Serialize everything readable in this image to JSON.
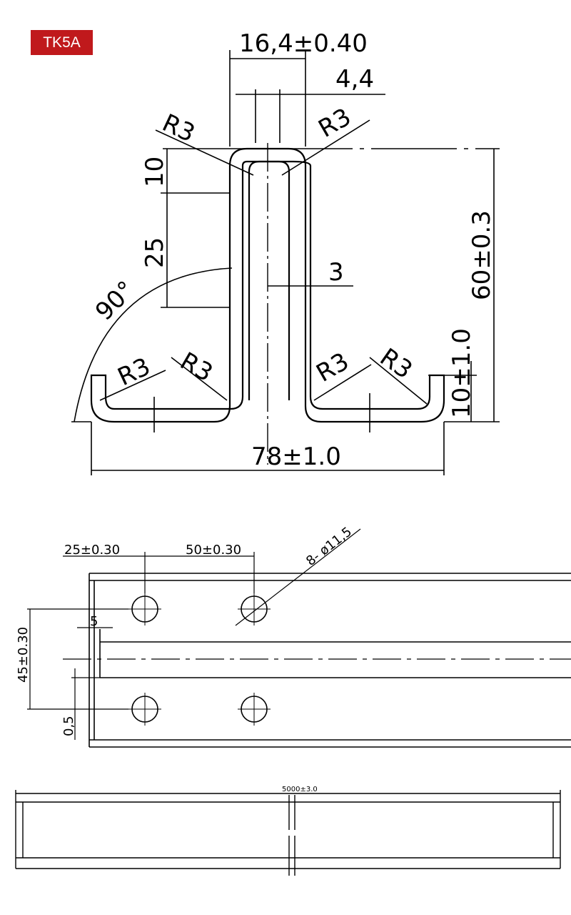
{
  "badge": {
    "label": "TK5A"
  },
  "profile": {
    "top_width": "16,4±0.40",
    "slot": "4,4",
    "radius_top_left": "R3",
    "radius_top_right": "R3",
    "h_10": "10",
    "h_25": "25",
    "thickness": "3",
    "height": "60±0.3",
    "angle": "90°",
    "radius_left_outer": "R3",
    "radius_left_inner": "R3",
    "radius_right_inner": "R3",
    "radius_right_outer": "R3",
    "flange_height": "10±1.0",
    "base_width": "78±1.0"
  },
  "holes_view": {
    "edge_pitch": "25±0.30",
    "hole_pitch": "50±0.30",
    "hole_spec": "8- ø11,5",
    "offset_5": "5",
    "vertical_pitch": "45±0.30",
    "offset_05": "0,5"
  },
  "length_view": {
    "length": "5000±3.0"
  },
  "colors": {
    "badge": "#c0191c",
    "line": "#000000"
  }
}
